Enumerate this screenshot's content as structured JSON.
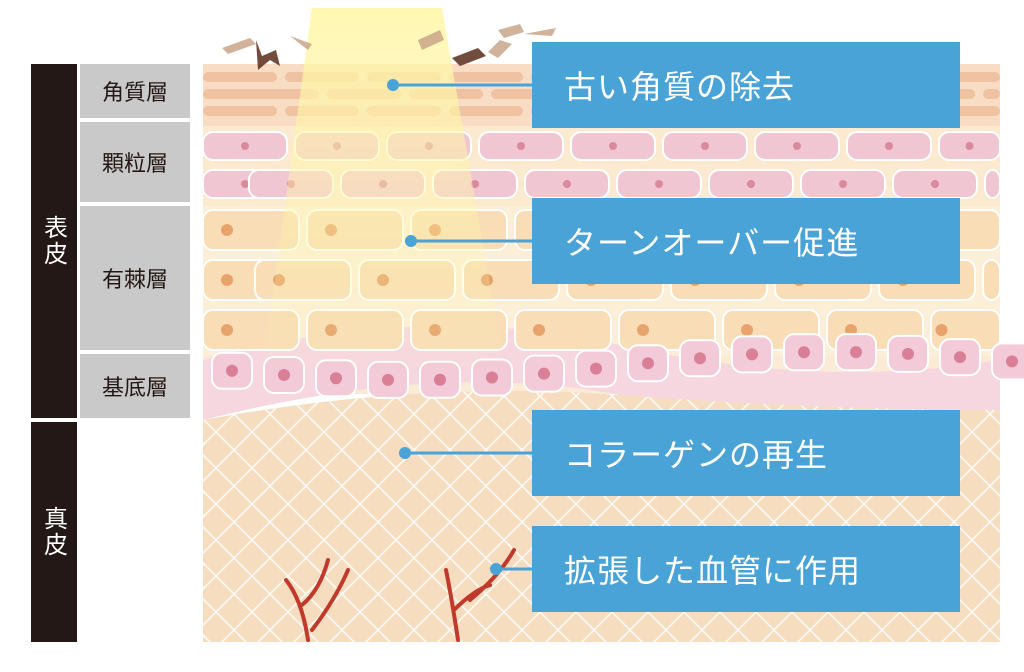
{
  "bands": {
    "epidermis": "表皮",
    "dermis": "真皮"
  },
  "layers": [
    {
      "label": "角質層"
    },
    {
      "label": "顆粒層"
    },
    {
      "label": "有棘層"
    },
    {
      "label": "基底層"
    }
  ],
  "callouts": [
    {
      "text": "古い角質の除去"
    },
    {
      "text": "ターンオーバー促進"
    },
    {
      "text": "コラーゲンの再生"
    },
    {
      "text": "拡張した血管に作用"
    }
  ],
  "colors": {
    "callout": "#4aa3d6",
    "band": "#231815",
    "layer_label_bg": "#c9c9c9",
    "stratum_corneum": "#f8e3cc",
    "granular_cell": "#f1c6d3",
    "spinous_cell": "#f8ddb6",
    "basal_cell": "#f3cad7",
    "dermis": "#f6ddc0",
    "vessel": "#c0392b",
    "light_beam": "#fff6b0"
  }
}
